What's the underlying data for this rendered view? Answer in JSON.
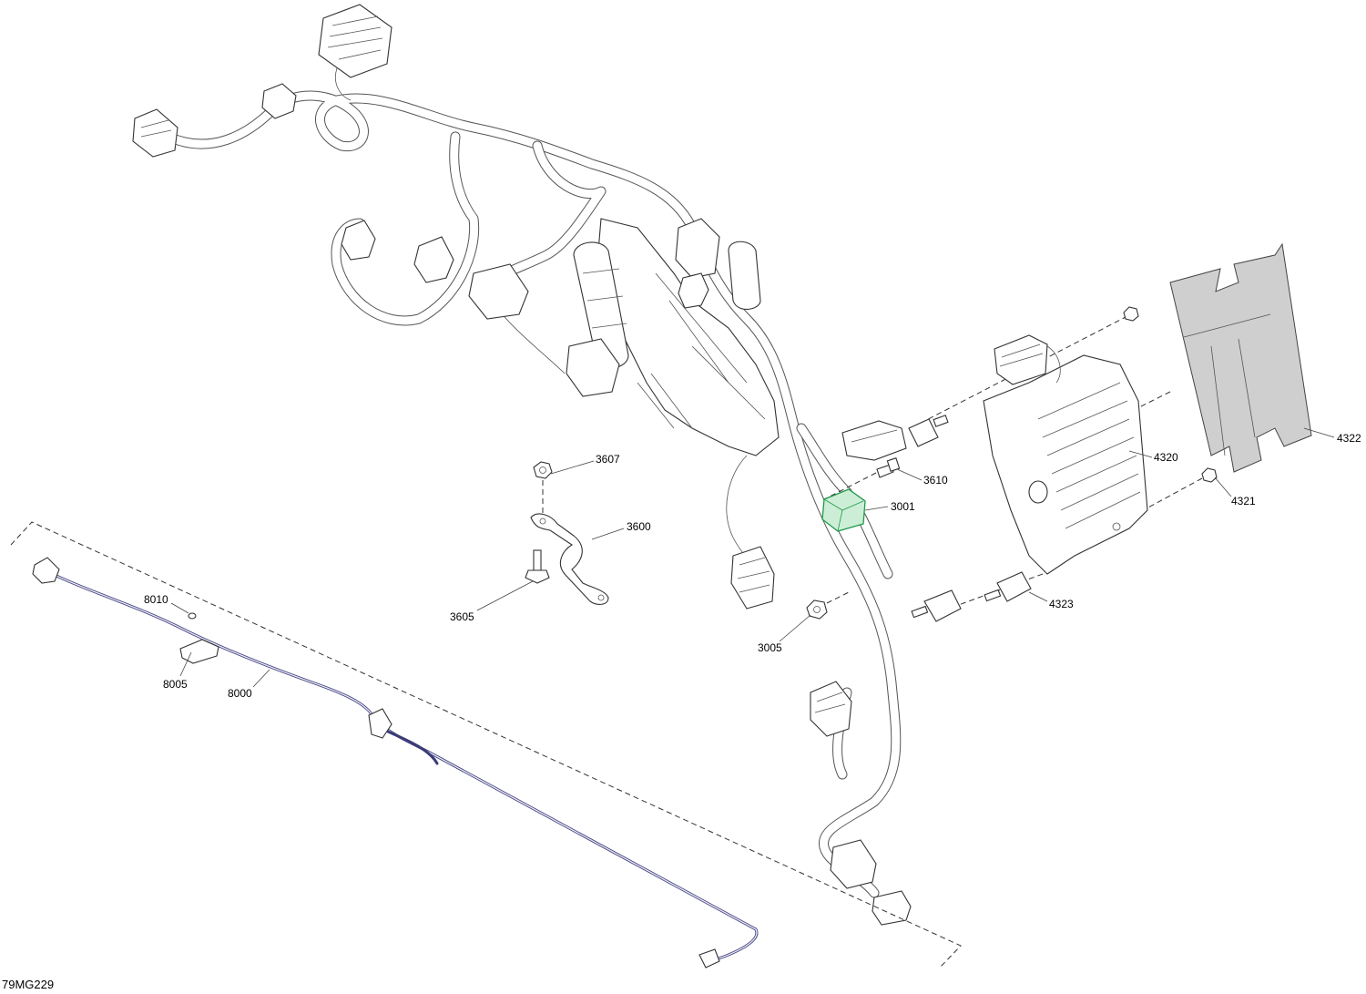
{
  "figure_id": "79MG229",
  "callouts": [
    {
      "id": "c3607",
      "label": "3607"
    },
    {
      "id": "c3600",
      "label": "3600"
    },
    {
      "id": "c3605",
      "label": "3605"
    },
    {
      "id": "c3610",
      "label": "3610"
    },
    {
      "id": "c3001",
      "label": "3001"
    },
    {
      "id": "c3005",
      "label": "3005"
    },
    {
      "id": "c4320",
      "label": "4320"
    },
    {
      "id": "c4321",
      "label": "4321"
    },
    {
      "id": "c4322",
      "label": "4322"
    },
    {
      "id": "c4323",
      "label": "4323"
    },
    {
      "id": "c8010",
      "label": "8010"
    },
    {
      "id": "c8005",
      "label": "8005"
    },
    {
      "id": "c8000",
      "label": "8000"
    }
  ],
  "highlight_color": "#1f9a4a",
  "wire_color": "#3b3b78"
}
